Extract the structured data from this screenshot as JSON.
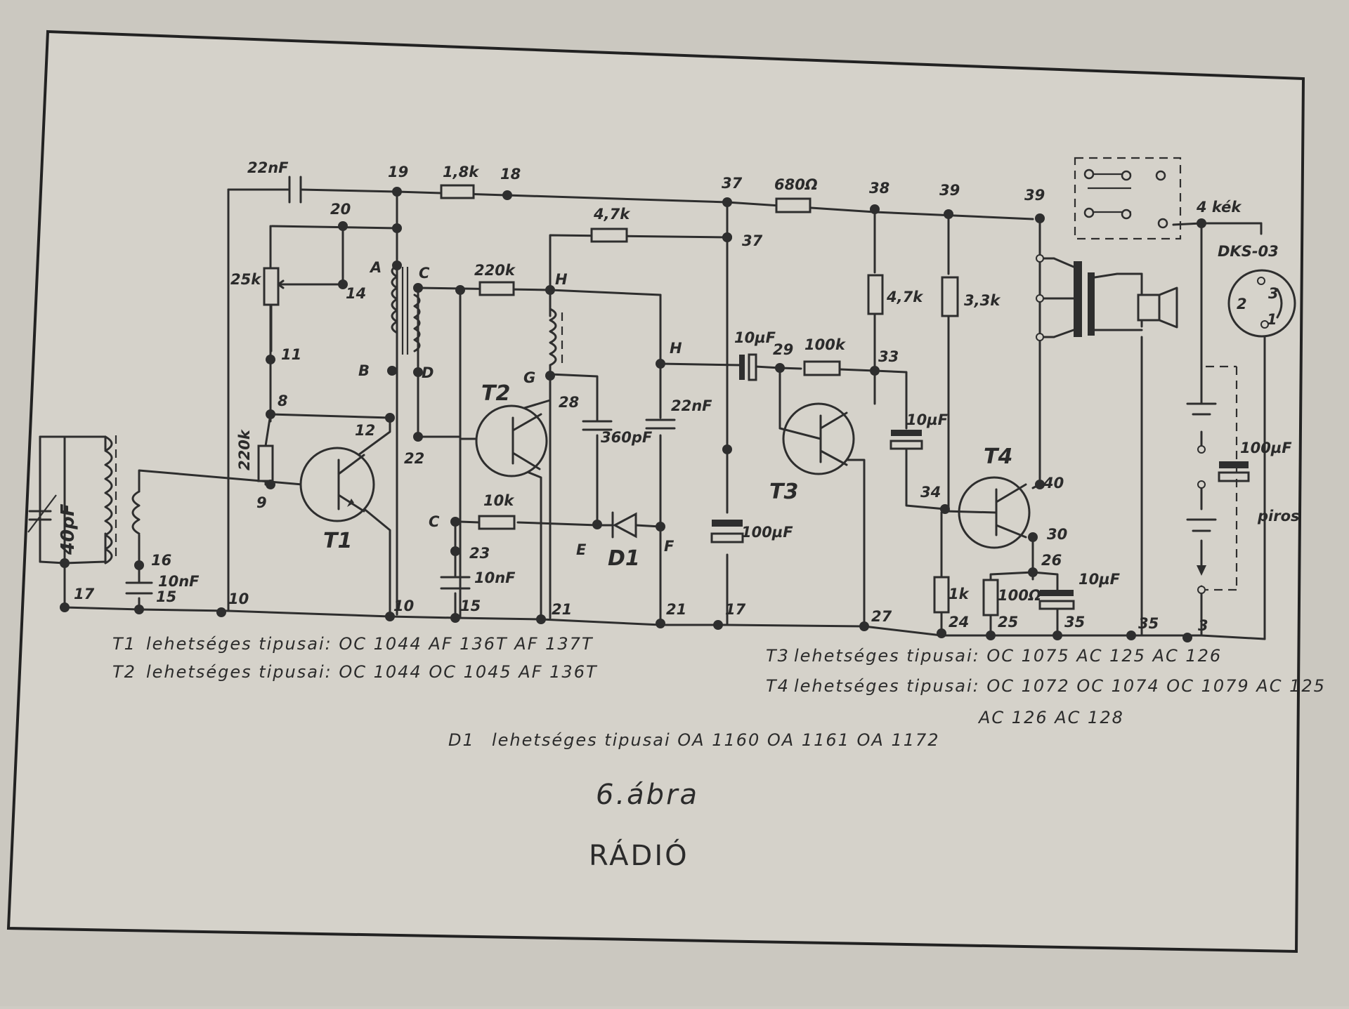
{
  "labels": {
    "c22nf_top": "22nF",
    "n19": "19",
    "r1_8k": "1,8k",
    "n18": "18",
    "n37a": "37",
    "r680": "680Ω",
    "n38": "38",
    "n39a": "39",
    "n39b": "39",
    "kek": "4 kék",
    "n20": "20",
    "r4_7k_top": "4,7k",
    "n37b": "37",
    "dks": "DKS-03",
    "r25k": "25k",
    "n14": "14",
    "A": "A",
    "C_top": "C",
    "r220k_mid": "220k",
    "H_top": "H",
    "r4_7k_right": "4,7k",
    "r3_3k": "3,3k",
    "pin3": "3",
    "pin2": "2",
    "pin1": "1",
    "n11": "11",
    "B": "B",
    "D": "D",
    "c10uF_a": "10µF",
    "n29": "29",
    "r100k": "100k",
    "n33": "33",
    "H_mid": "H",
    "G": "G",
    "T2": "T2",
    "n8": "8",
    "n28": "28",
    "c22nf_mid": "22nF",
    "n12": "12",
    "c360pF": "360pF",
    "c10uF_b": "10µF",
    "c100uF_right": "100µF",
    "r220k_left": "220k",
    "n22": "22",
    "T4": "T4",
    "n40": "40",
    "c40pF": "40pF",
    "T3": "T3",
    "n34": "34",
    "n9": "9",
    "r10k": "10k",
    "C_bot": "C",
    "c100uF_mid": "100µF",
    "piros": "piros",
    "n30": "30",
    "T1": "T1",
    "n23": "23",
    "E": "E",
    "D1": "D1",
    "F": "F",
    "n26": "26",
    "c10uF_c": "10µF",
    "n16": "16",
    "c10nF_a": "10nF",
    "c10nF_b": "10nF",
    "n15a": "15",
    "r1k": "1k",
    "r100ohm": "100Ω",
    "n17a": "17",
    "n10a": "10",
    "n10b": "10",
    "n15b": "15",
    "n21a": "21",
    "n21b": "21",
    "n17b": "17",
    "n27": "27",
    "n24": "24",
    "n25": "25",
    "n35a": "35",
    "n35b": "35",
    "n3": "3"
  },
  "notes": {
    "t1_label": "T1",
    "t1_text": "lehetséges tipusai: OC 1044  AF 136T  AF 137T",
    "t2_label": "T2",
    "t2_text": "lehetséges tipusai: OC 1044  OC 1045  AF 136T",
    "t3_label": "T3",
    "t3_text": "lehetséges tipusai: OC 1075  AC 125  AC 126",
    "t4_label": "T4",
    "t4_text": "lehetséges tipusai: OC 1072  OC 1074 OC 1079  AC 125",
    "t4_text2": "AC 126    AC 128",
    "d1_label": "D1",
    "d1_text": "lehetséges tipusai  OA 1160 OA 1161   OA 1172"
  },
  "caption": {
    "figure": "6.ábra",
    "title": "RÁDIÓ"
  }
}
